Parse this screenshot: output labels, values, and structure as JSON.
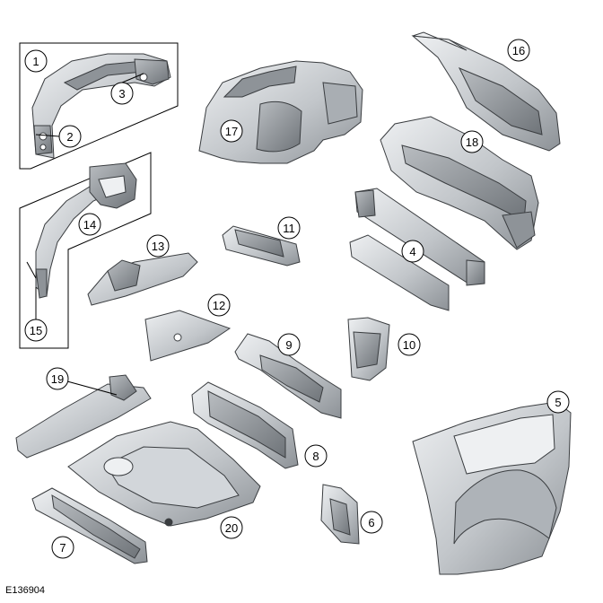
{
  "figure_reference": "E136904",
  "callouts": [
    {
      "id": "c1",
      "label": "1"
    },
    {
      "id": "c2",
      "label": "2"
    },
    {
      "id": "c3",
      "label": "3"
    },
    {
      "id": "c4",
      "label": "4"
    },
    {
      "id": "c5",
      "label": "5"
    },
    {
      "id": "c6",
      "label": "6"
    },
    {
      "id": "c7",
      "label": "7"
    },
    {
      "id": "c8",
      "label": "8"
    },
    {
      "id": "c9",
      "label": "9"
    },
    {
      "id": "c10",
      "label": "10"
    },
    {
      "id": "c11",
      "label": "11"
    },
    {
      "id": "c12",
      "label": "12"
    },
    {
      "id": "c13",
      "label": "13"
    },
    {
      "id": "c14",
      "label": "14"
    },
    {
      "id": "c15",
      "label": "15"
    },
    {
      "id": "c16",
      "label": "16"
    },
    {
      "id": "c17",
      "label": "17"
    },
    {
      "id": "c18",
      "label": "18"
    },
    {
      "id": "c19",
      "label": "19"
    },
    {
      "id": "c20",
      "label": "20"
    }
  ],
  "colors": {
    "part_fill": "#c4c8cc",
    "part_light": "#e4e7ea",
    "part_dark": "#8e9398",
    "outline": "#3a3d40",
    "callout_stroke": "#000000"
  }
}
